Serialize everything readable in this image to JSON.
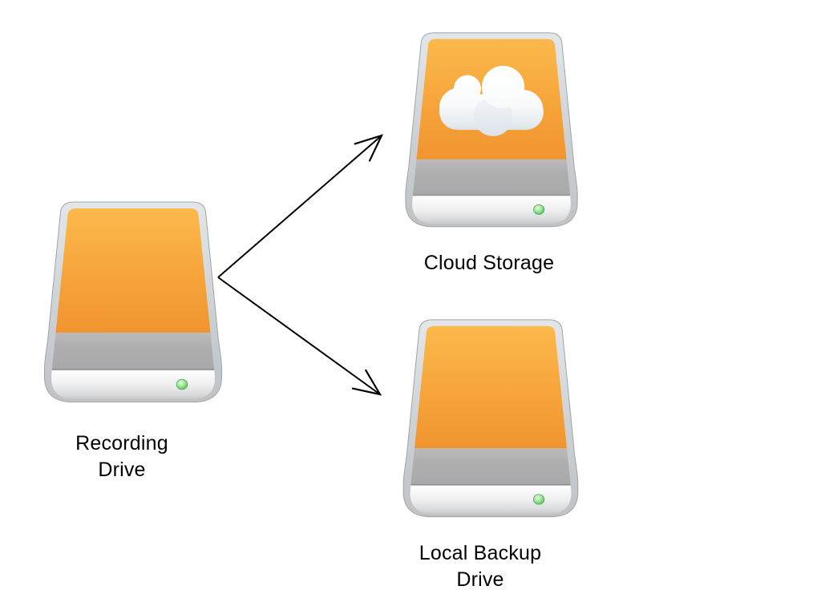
{
  "diagram": {
    "background_color": "#FFFFFF",
    "nodes": [
      {
        "id": "recording-drive",
        "icon": "external-drive-icon",
        "lines": [
          "Recording",
          "Drive"
        ]
      },
      {
        "id": "cloud-storage",
        "icon": "external-drive-cloud-icon",
        "lines": [
          "Cloud Storage"
        ]
      },
      {
        "id": "local-backup-drive",
        "icon": "external-drive-icon",
        "lines": [
          "Local Backup",
          "Drive"
        ]
      }
    ],
    "edges": [
      {
        "from": "recording-drive",
        "to": "cloud-storage",
        "type": "arrow"
      },
      {
        "from": "recording-drive",
        "to": "local-backup-drive",
        "type": "arrow"
      }
    ],
    "colors": {
      "arrow": "#000000",
      "label_text": "#000000",
      "drive_orange_top": "#FCB94B",
      "drive_orange_bottom": "#F0942F",
      "drive_band_gray": "#ACACAE",
      "drive_silver_rim": "#D9DDE0",
      "drive_strip_white": "#F1F1F2",
      "led_green": "#5BC462",
      "cloud_white": "#FFFFFF"
    }
  }
}
